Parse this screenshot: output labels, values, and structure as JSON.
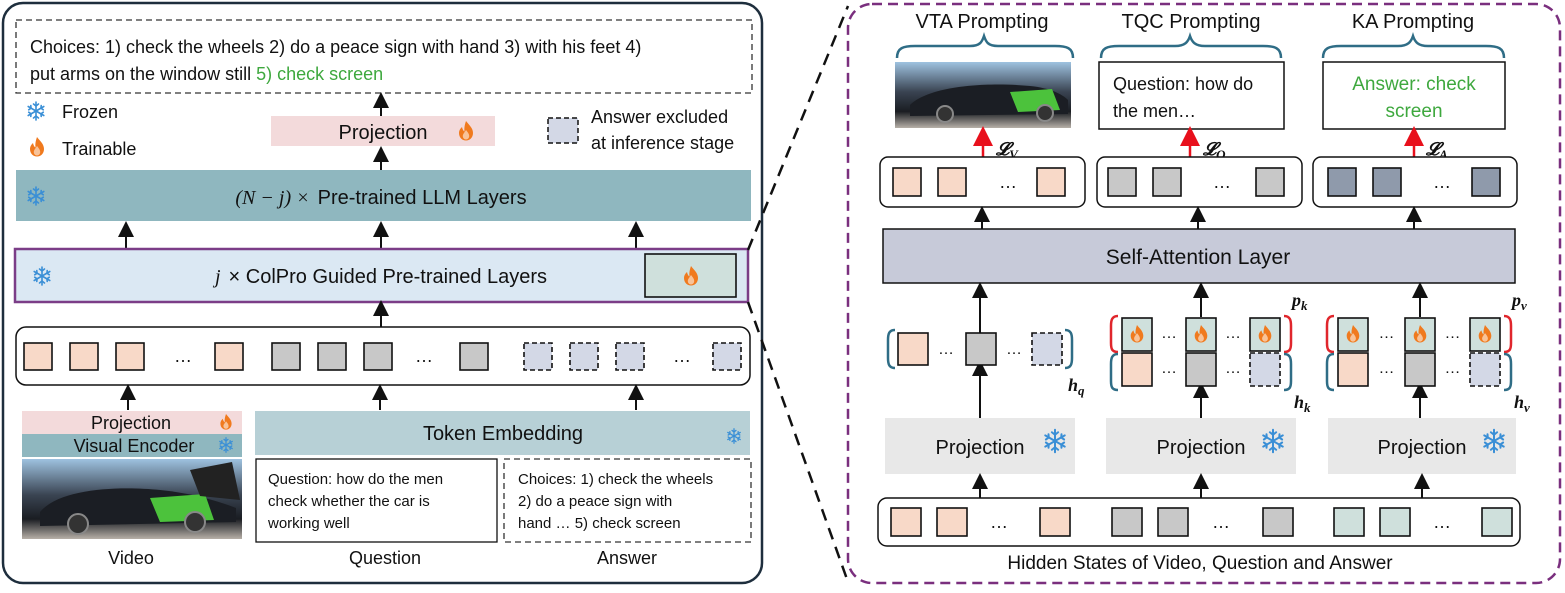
{
  "left": {
    "choices_top": "Choices: 1) check the wheels 2) do a peace sign with hand 3) with his feet 4)",
    "choices_bottom_pre": "put arms on the window still",
    "choices_correct": "5) check screen",
    "legend_frozen": "Frozen",
    "legend_trainable": "Trainable",
    "legend_answer_line1": "Answer excluded",
    "legend_answer_line2": "at inference stage",
    "projection_top": "Projection",
    "llm_layers_math": "(N − j) ×",
    "llm_layers_text": "Pre-trained LLM Layers",
    "colpro_math": "j",
    "colpro_text": "× ColPro Guided Pre-trained Layers",
    "token_ellipsis": "…",
    "projection_small": "Projection",
    "visual_encoder": "Visual Encoder",
    "token_embedding": "Token Embedding",
    "question_lines": [
      "Question: how do the men",
      "check whether the car is",
      "working well"
    ],
    "answer_lines": [
      "Choices: 1) check the wheels",
      "2) do a peace sign with",
      "hand … 5) check screen"
    ],
    "label_video": "Video",
    "label_question": "Question",
    "label_answer": "Answer"
  },
  "right": {
    "vta_title": "VTA Prompting",
    "tqc_title": "TQC Prompting",
    "ka_title": "KA Prompting",
    "tqc_text_lines": [
      "Question: how do",
      "the men…"
    ],
    "ka_text_lines": [
      "Answer: check",
      "screen"
    ],
    "loss_v": "𝓛",
    "loss_v_sub": "V",
    "loss_q": "𝓛",
    "loss_q_sub": "Q",
    "loss_a": "𝓛",
    "loss_a_sub": "A",
    "self_attention": "Self-Attention Layer",
    "projection": "Projection",
    "hq": "h",
    "hq_sub": "q",
    "hk": "h",
    "hk_sub": "k",
    "hv": "h",
    "hv_sub": "v",
    "pk": "p",
    "pk_sub": "k",
    "pv": "p",
    "pv_sub": "v",
    "bottom_caption": "Hidden States of Video, Question and Answer"
  },
  "colors": {
    "video_token": "#f8d9c8",
    "question_token": "#c8c8c8",
    "answer_token": "#d3d8e6",
    "answer_state": "#cfe0dc",
    "ka_token": "#8f9aab",
    "llm_band": "#8fb7bf",
    "colpro_band": "#dbe8f3",
    "colpro_border": "#7b3d87",
    "projection_pink": "#f3dadb",
    "self_attention": "#c7cad9",
    "token_embed": "#b7d0d6",
    "projection_grey": "#e8e8e8",
    "correct_green": "#3ea83e",
    "dashed_frame": "#7a2f7e",
    "loss_arrow": "#e8101c"
  }
}
